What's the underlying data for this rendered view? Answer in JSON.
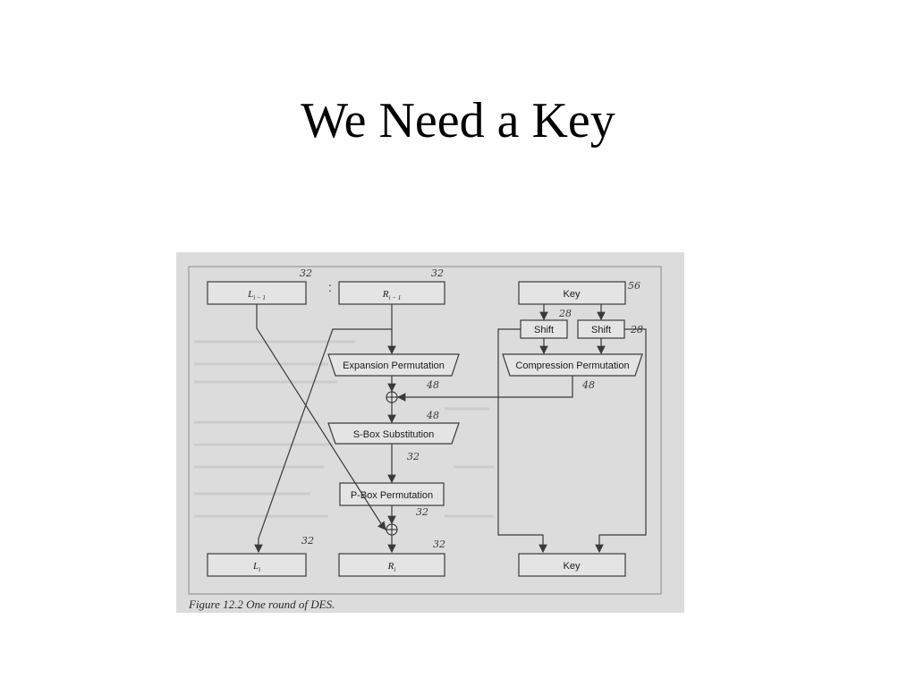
{
  "title": "We Need a Key",
  "figure": {
    "boxes": {
      "l_prev": "L",
      "l_prev_sub": "i − 1",
      "r_prev": "R",
      "r_prev_sub": "i − 1",
      "key_top": "Key",
      "shift_left": "Shift",
      "shift_right": "Shift",
      "expansion": "Expansion Permutation",
      "compression": "Compression Permutation",
      "sbox": "S-Box Substitution",
      "pbox": "P-Box Permutation",
      "l_next": "L",
      "l_next_sub": "i",
      "r_next": "R",
      "r_next_sub": "i",
      "key_bottom": "Key"
    },
    "annotations": {
      "l_prev_bits": "32",
      "r_prev_bits": "32",
      "key_bits": "56",
      "shift_left_bits": "28",
      "shift_right_bits": "28",
      "expansion_bits": "48",
      "compression_bits": "48",
      "sbox_in_bits": "48",
      "sbox_out_bits": "32",
      "pbox_out_bits": "32",
      "l_next_bits": "32",
      "r_next_bits": "32"
    },
    "caption": "Figure 12.2   One round of DES."
  }
}
